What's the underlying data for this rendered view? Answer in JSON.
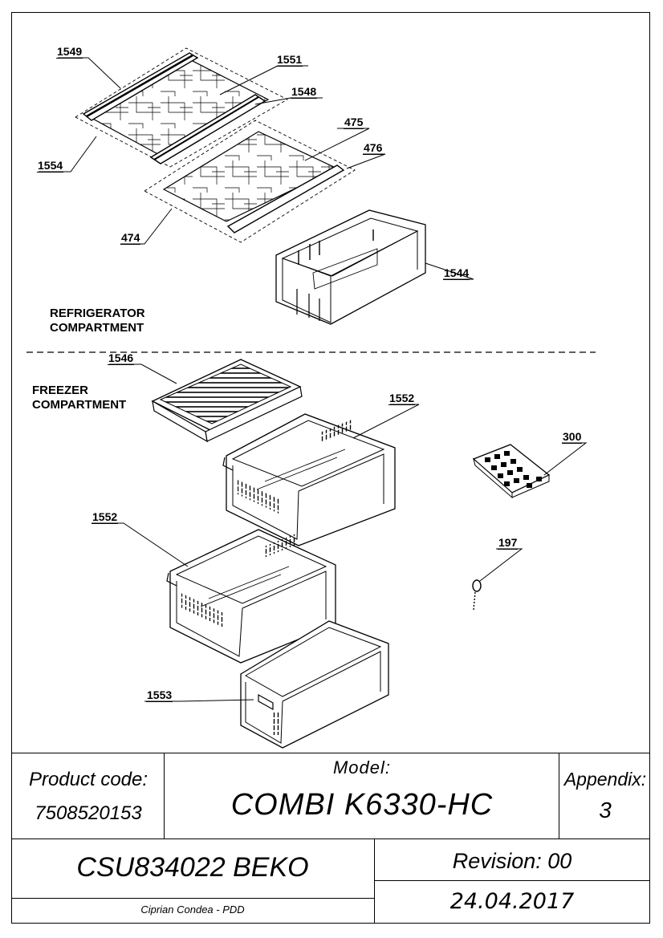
{
  "sections": {
    "refrigerator_line1": "REFRIGERATOR",
    "refrigerator_line2": "COMPARTMENT",
    "freezer_line1": "FREEZER",
    "freezer_line2": "COMPARTMENT"
  },
  "parts": {
    "p1549": "1549",
    "p1551": "1551",
    "p1548": "1548",
    "p1554": "1554",
    "p475": "475",
    "p476": "476",
    "p474": "474",
    "p1544": "1544",
    "p1546": "1546",
    "p1552a": "1552",
    "p300": "300",
    "p1552b": "1552",
    "p197": "197",
    "p1553": "1553"
  },
  "title_block": {
    "product_code_label": "Product code:",
    "product_code_value": "7508520153",
    "model_label": "Model:",
    "model_value": "COMBI K6330-HC",
    "appendix_label": "Appendix:",
    "appendix_value": "3",
    "document_code": "CSU834022 BEKO",
    "revision": "Revision: 00",
    "date": "24.04.2017",
    "author": "Ciprian Condea - PDD"
  }
}
